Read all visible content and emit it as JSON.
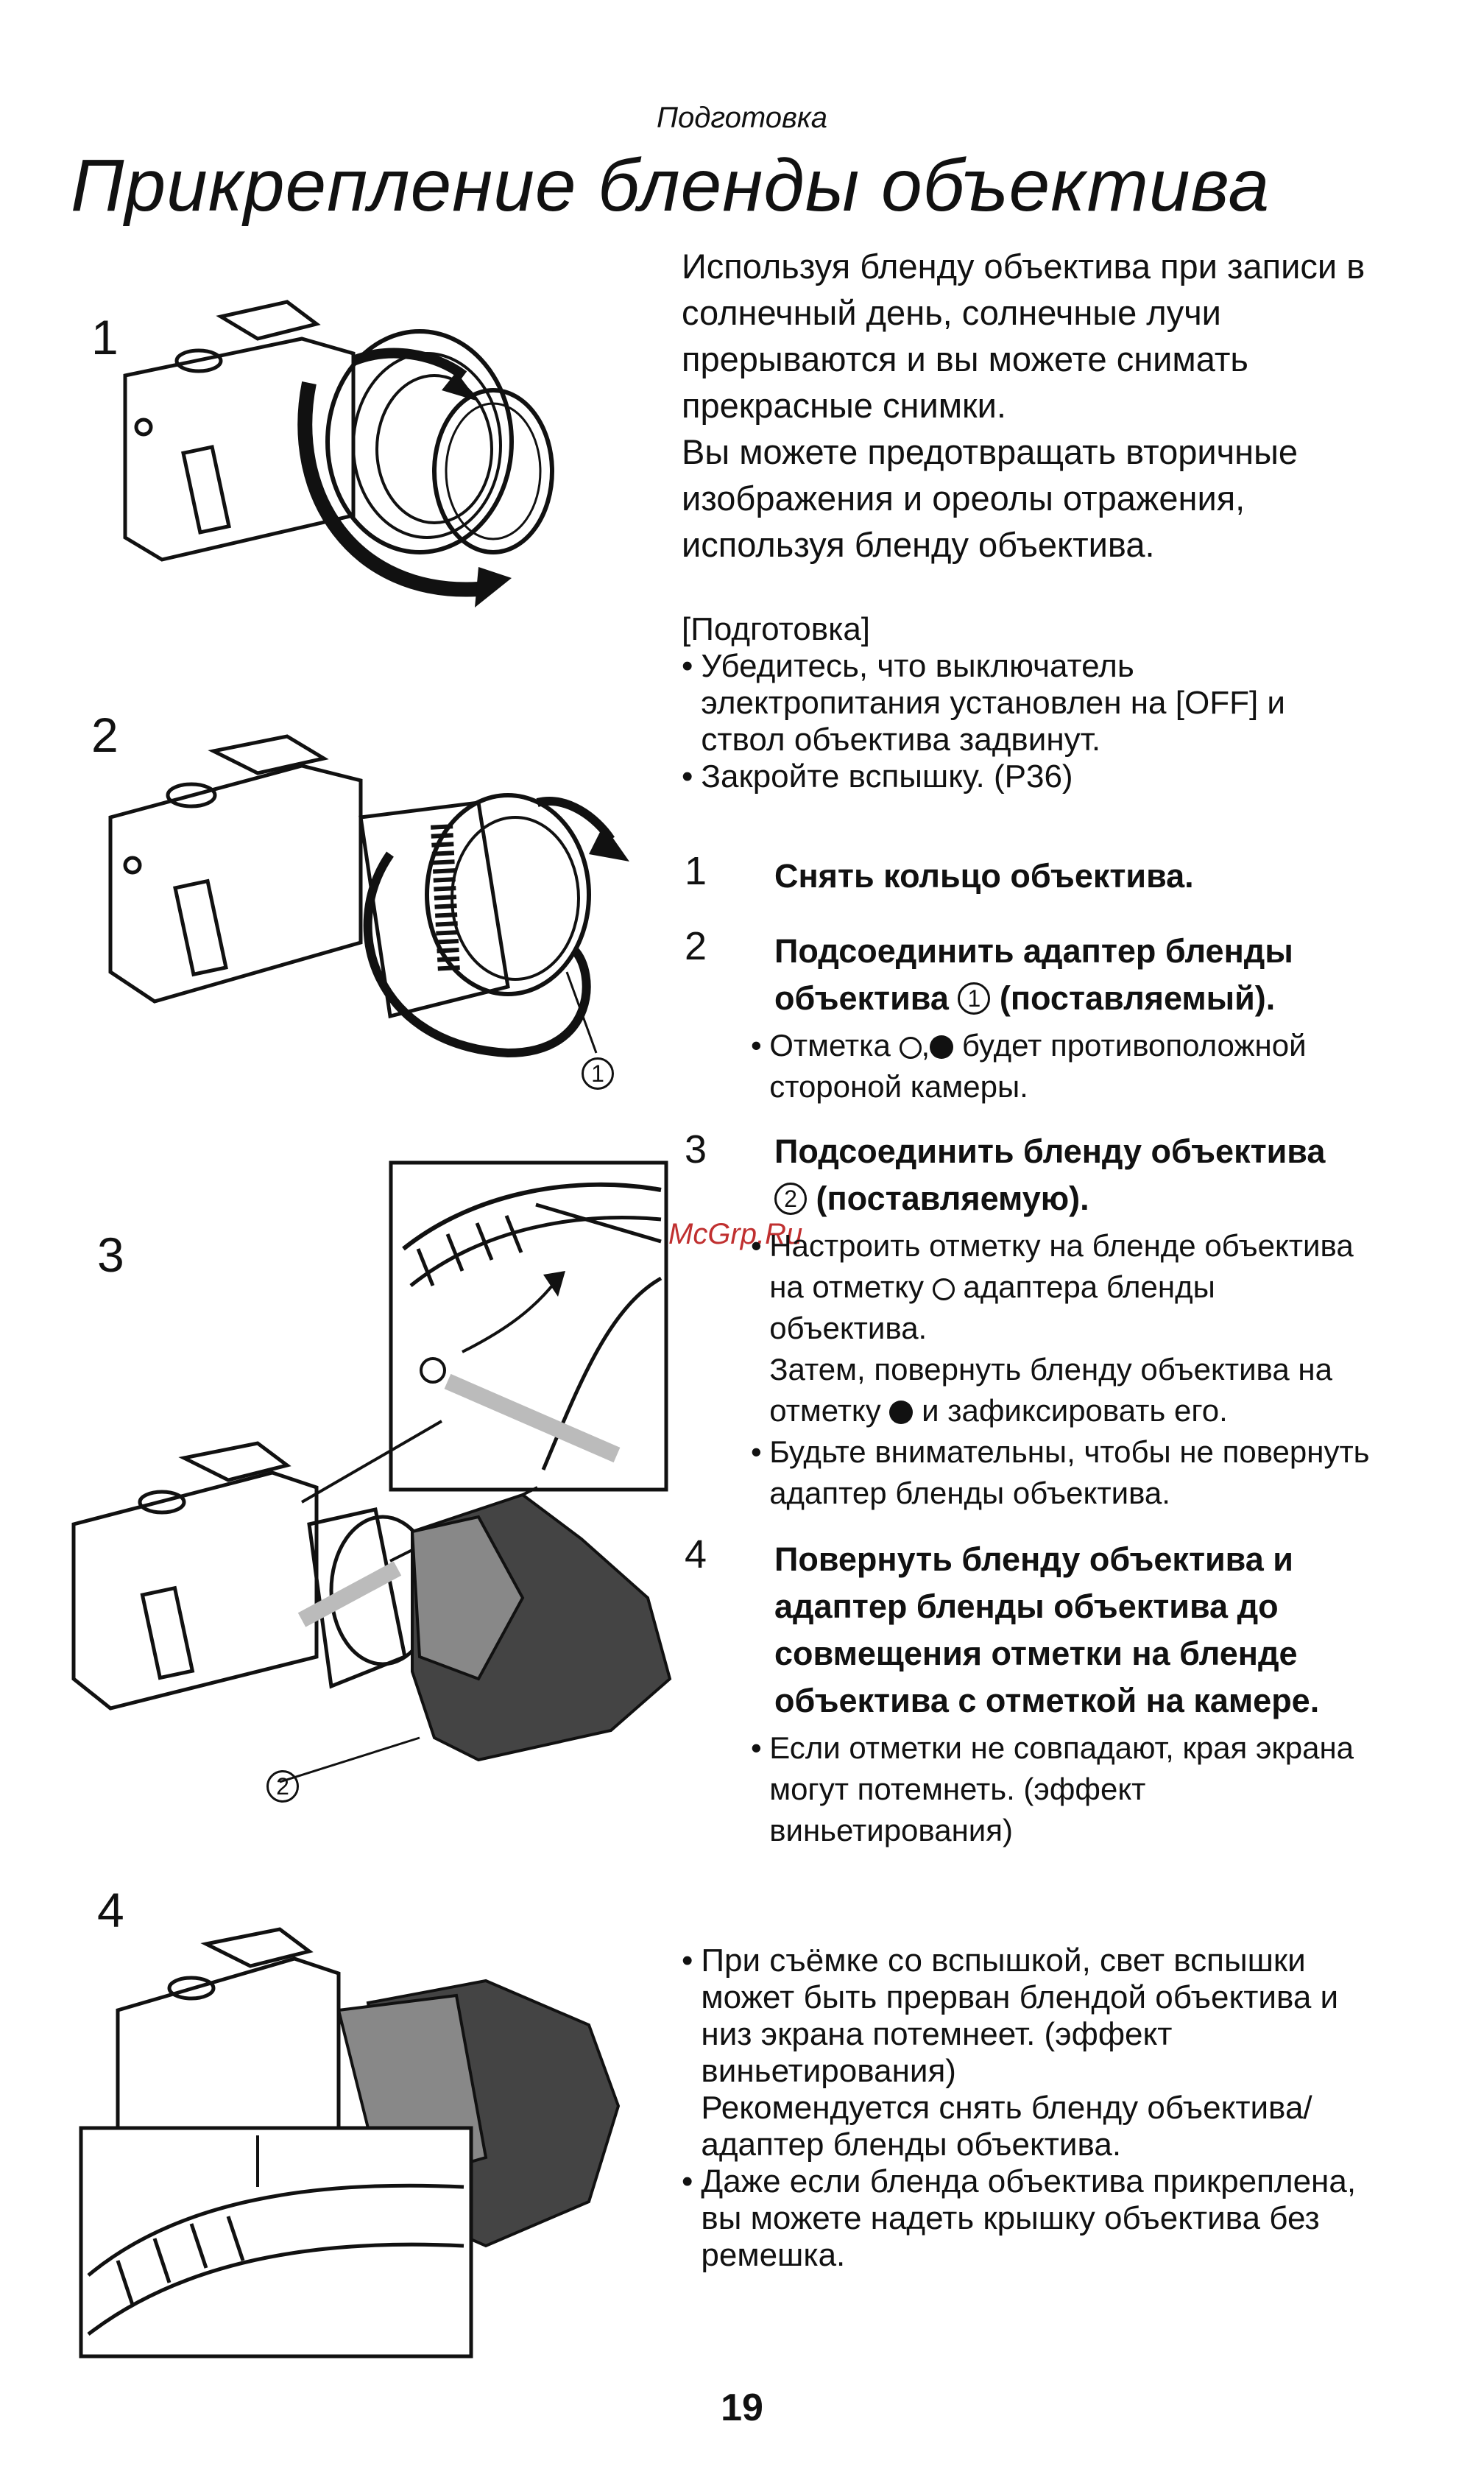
{
  "page": {
    "section_label": "Подготовка",
    "title": "Прикрепление бленды объектива",
    "page_number": "19",
    "watermark": "McGrp.Ru"
  },
  "intro": {
    "lines": [
      "Используя бленду объектива при записи в",
      "солнечный день, солнечные лучи",
      "прерываются и вы можете снимать",
      "прекрасные снимки.",
      "Вы можете предотвращать вторичные",
      "изображения и ореолы отражения,",
      "используя бленду объектива."
    ]
  },
  "preparation": {
    "header": "[Подготовка]",
    "bullet1": [
      "Убедитесь, что выключатель",
      "электропитания установлен на [OFF] и",
      "ствол объектива задвинут."
    ],
    "bullet2": "Закройте вспышку. (P36)"
  },
  "steps": [
    {
      "num": "1",
      "lines": [
        "Снять кольцо объектива."
      ]
    },
    {
      "num": "2",
      "line1": "Подсоединить адаптер бленды",
      "line2_pre": "объектива",
      "circle": "1",
      "line2_post": "(поставляемый).",
      "note_pre": "Отметка",
      "note_post": "будет противоположной",
      "note_line2": "стороной камеры."
    },
    {
      "num": "3",
      "line1": "Подсоединить бленду объектива",
      "circle": "2",
      "line2_post": "(поставляемую).",
      "b1_l1": "Настроить отметку на бленде объектива",
      "b1_l2_pre": "на отметку",
      "b1_l2_post": "адаптера бленды",
      "b1_l3": "объектива.",
      "b1_l4": "Затем, повернуть бленду объектива на",
      "b1_l5_pre": "отметку",
      "b1_l5_post": "и зафиксировать его.",
      "b2_l1": "Будьте внимательны, чтобы не повернуть",
      "b2_l2": "адаптер бленды объектива."
    },
    {
      "num": "4",
      "lines": [
        "Повернуть бленду объектива и",
        "адаптер бленды объектива до",
        "совмещения отметки на бленде",
        "объектива с отметкой на камере."
      ],
      "note": [
        "Если отметки не совпадают, края экрана",
        "могут потемнеть. (эффект",
        "виньетирования)"
      ]
    }
  ],
  "notes": {
    "bullet1": [
      "При съёмке со вспышкой, свет вспышки",
      "может быть прерван блендой объектива и",
      "низ экрана потемнеет. (эффект",
      "виньетирования)",
      "Рекомендуется снять бленду объектива/",
      "адаптер бленды объектива."
    ],
    "bullet2": [
      "Даже если бленда объектива прикреплена,",
      "вы можете надеть крышку объектива без",
      "ремешка."
    ]
  },
  "figures": {
    "fig1": "1",
    "fig2": "2",
    "fig3": "3",
    "fig4": "4",
    "callout1": "1",
    "callout2": "2"
  }
}
